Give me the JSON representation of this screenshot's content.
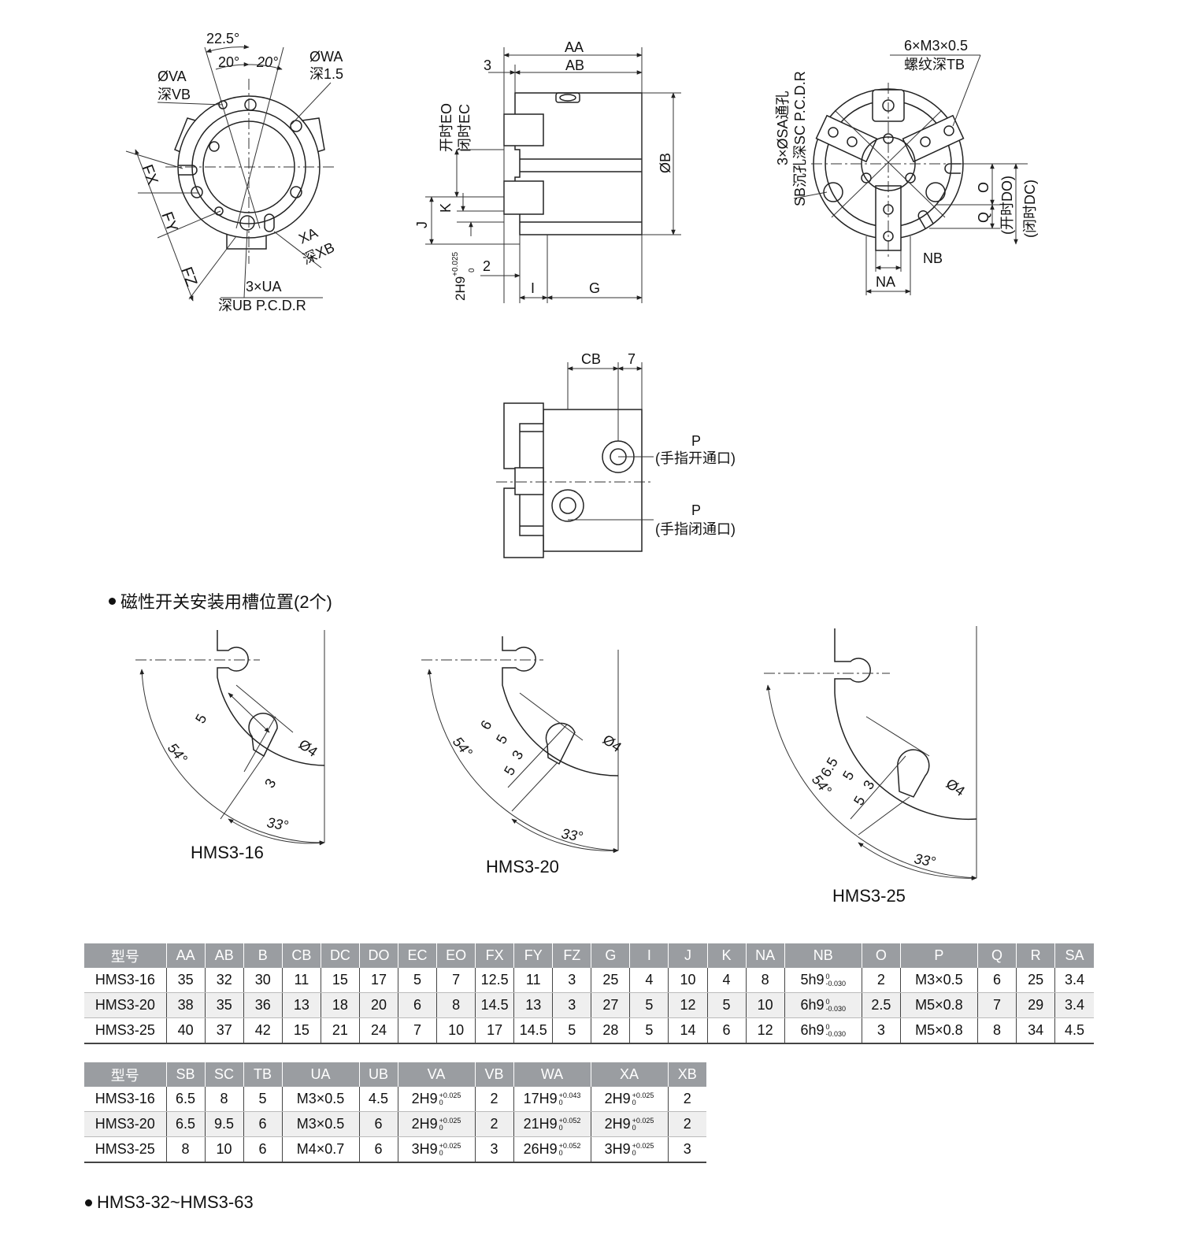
{
  "top_left": {
    "angle_outer": "22.5°",
    "angle_left": "20°",
    "angle_right": "20°",
    "va_label": "ØVA",
    "vb_label": "深VB",
    "wa_label": "ØWA",
    "wa_depth": "深1.5",
    "fx": "FX",
    "fy": "FY",
    "fz": "FZ",
    "xa": "XA",
    "xb": "深XB",
    "ua_line1": "3×UA",
    "ua_line2": "深UB  P.C.D.R"
  },
  "top_middle": {
    "aa": "AA",
    "ab": "AB",
    "three": "3",
    "eo": "开时EO",
    "ec": "闭时EC",
    "ob": "ØB",
    "j": "J",
    "k": "K",
    "h9_main": "2H9",
    "h9_tol_upper": "+0.025",
    "h9_tol_lower": "0",
    "two": "2",
    "i": "I",
    "g": "G"
  },
  "top_right": {
    "m3_line1": "6×M3×0.5",
    "m3_line2": "螺纹深TB",
    "sa_line1": "3×ØSA通孔",
    "sa_line2": "SB沉孔深SC  P.C.D.R",
    "o": "O",
    "q": "Q",
    "do_label": "(开时DO)",
    "dc_label": "(闭时DC)",
    "nb": "NB",
    "na": "NA"
  },
  "middle_view": {
    "cb": "CB",
    "seven": "7",
    "p_open": "P",
    "p_open_desc": "(手指开通口)",
    "p_close": "P",
    "p_close_desc": "(手指闭通口)"
  },
  "slot_section": {
    "title": "磁性开关安装用槽位置(2个)",
    "d16": {
      "model": "HMS3-16",
      "angle_outer": "54°",
      "angle_inner": "33°",
      "dim_a": "5",
      "dim_b": "3",
      "dia": "Ø4"
    },
    "d20": {
      "model": "HMS3-20",
      "angle_outer": "54°",
      "angle_inner": "33°",
      "dim_6": "6",
      "dim_5a": "5",
      "dim_3": "3",
      "dim_5b": "5",
      "dia": "Ø4"
    },
    "d25": {
      "model": "HMS3-25",
      "angle_outer": "54°",
      "angle_inner": "33°",
      "dim_65": "6.5",
      "dim_5a": "5",
      "dim_3": "3",
      "dim_5b": "5",
      "dia": "Ø4"
    }
  },
  "table1": {
    "headers": [
      "型号",
      "AA",
      "AB",
      "B",
      "CB",
      "DC",
      "DO",
      "EC",
      "EO",
      "FX",
      "FY",
      "FZ",
      "G",
      "I",
      "J",
      "K",
      "NA",
      "NB",
      "O",
      "P",
      "Q",
      "R",
      "SA"
    ],
    "rows": [
      [
        "HMS3-16",
        "35",
        "32",
        "30",
        "11",
        "15",
        "17",
        "5",
        "7",
        "12.5",
        "11",
        "3",
        "25",
        "4",
        "10",
        "4",
        "8",
        "5h9",
        "2",
        "M3×0.5",
        "6",
        "25",
        "3.4"
      ],
      [
        "HMS3-20",
        "38",
        "35",
        "36",
        "13",
        "18",
        "20",
        "6",
        "8",
        "14.5",
        "13",
        "3",
        "27",
        "5",
        "12",
        "5",
        "10",
        "6h9",
        "2.5",
        "M5×0.8",
        "7",
        "29",
        "3.4"
      ],
      [
        "HMS3-25",
        "40",
        "37",
        "42",
        "15",
        "21",
        "24",
        "7",
        "10",
        "17",
        "14.5",
        "5",
        "28",
        "5",
        "14",
        "6",
        "12",
        "6h9",
        "3",
        "M5×0.8",
        "8",
        "34",
        "4.5"
      ]
    ],
    "nb_tolerance": [
      "0",
      "-0.030"
    ]
  },
  "table2": {
    "headers": [
      "型号",
      "SB",
      "SC",
      "TB",
      "UA",
      "UB",
      "VA",
      "VB",
      "WA",
      "XA",
      "XB"
    ],
    "rows": [
      [
        "HMS3-16",
        "6.5",
        "8",
        "5",
        "M3×0.5",
        "4.5",
        "2H9",
        "2",
        "17H9",
        "2H9",
        "2"
      ],
      [
        "HMS3-20",
        "6.5",
        "9.5",
        "6",
        "M3×0.5",
        "6",
        "2H9",
        "2",
        "21H9",
        "2H9",
        "2"
      ],
      [
        "HMS3-25",
        "8",
        "10",
        "6",
        "M4×0.7",
        "6",
        "3H9",
        "3",
        "26H9",
        "3H9",
        "3"
      ]
    ],
    "va_tol": [
      [
        "+0.025",
        "0"
      ],
      [
        "+0.025",
        "0"
      ],
      [
        "+0.025",
        "0"
      ]
    ],
    "wa_tol": [
      [
        "+0.043",
        "0"
      ],
      [
        "+0.052",
        "0"
      ],
      [
        "+0.052",
        "0"
      ]
    ],
    "xa_tol": [
      [
        "+0.025",
        "0"
      ],
      [
        "+0.025",
        "0"
      ],
      [
        "+0.025",
        "0"
      ]
    ]
  },
  "footer": {
    "title": "HMS3-32~HMS3-63"
  }
}
